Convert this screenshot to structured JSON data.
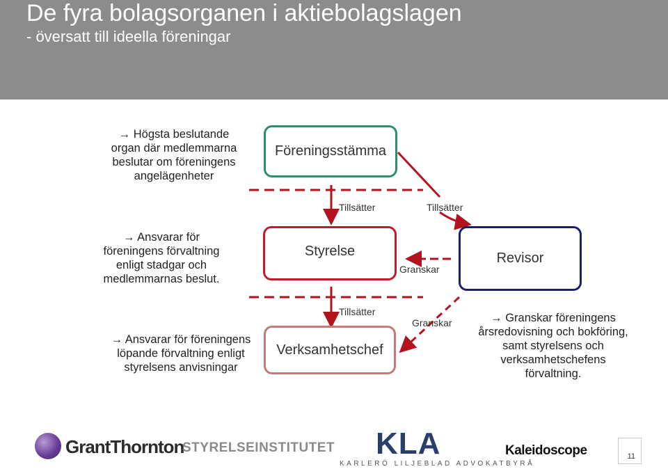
{
  "header": {
    "title": "De fyra bolagsorganen i aktiebolagslagen",
    "subtitle": "- översatt till ideella föreningar"
  },
  "descriptions": {
    "stamma": [
      "→ Högsta beslutande",
      "organ där medlemmarna",
      "beslutar om föreningens",
      "angelägenheter"
    ],
    "styrelse": [
      "→ Ansvarar för",
      "föreningens förvaltning",
      "enligt stadgar och",
      "medlemmarnas beslut."
    ],
    "verksamhetschef": [
      "→ Ansvarar för föreningens",
      "löpande förvaltning enligt",
      "styrelsens anvisningar"
    ],
    "revisor": [
      "→ Granskar föreningens",
      "årsredovisning och bokföring,",
      "samt styrelsens och",
      "verksamhetschefens",
      "förvaltning."
    ]
  },
  "boxes": {
    "foreningsstamma": "Föreningsstämma",
    "styrelse": "Styrelse",
    "revisor": "Revisor",
    "verksamhetschef": "Verksamhetschef"
  },
  "labels": {
    "tillsatter_styrelse": "Tillsätter",
    "tillsatter_revisor": "Tillsätter",
    "granskar_styrelse": "Granskar",
    "tillsatter_vc": "Tillsätter",
    "granskar_vc": "Granskar"
  },
  "colors": {
    "header_bg": "#8c8c8c",
    "stamma_border": "#2f8f6a",
    "styrelse_border": "#c21a28",
    "revisor_border": "#1b1f6b",
    "vc_border": "#c47a7a",
    "arrow": "#b3121f"
  },
  "logos": {
    "grant_thornton": "GrantThornton",
    "styrelseinstitutet": "STYRELSEINSTITUTET",
    "kla": "KLA",
    "kla_sub": "KARLERÖ LILJEBLAD ADVOKATBYRÅ",
    "kaleidoscope": "Kaleidoscope"
  },
  "page_number": "11"
}
